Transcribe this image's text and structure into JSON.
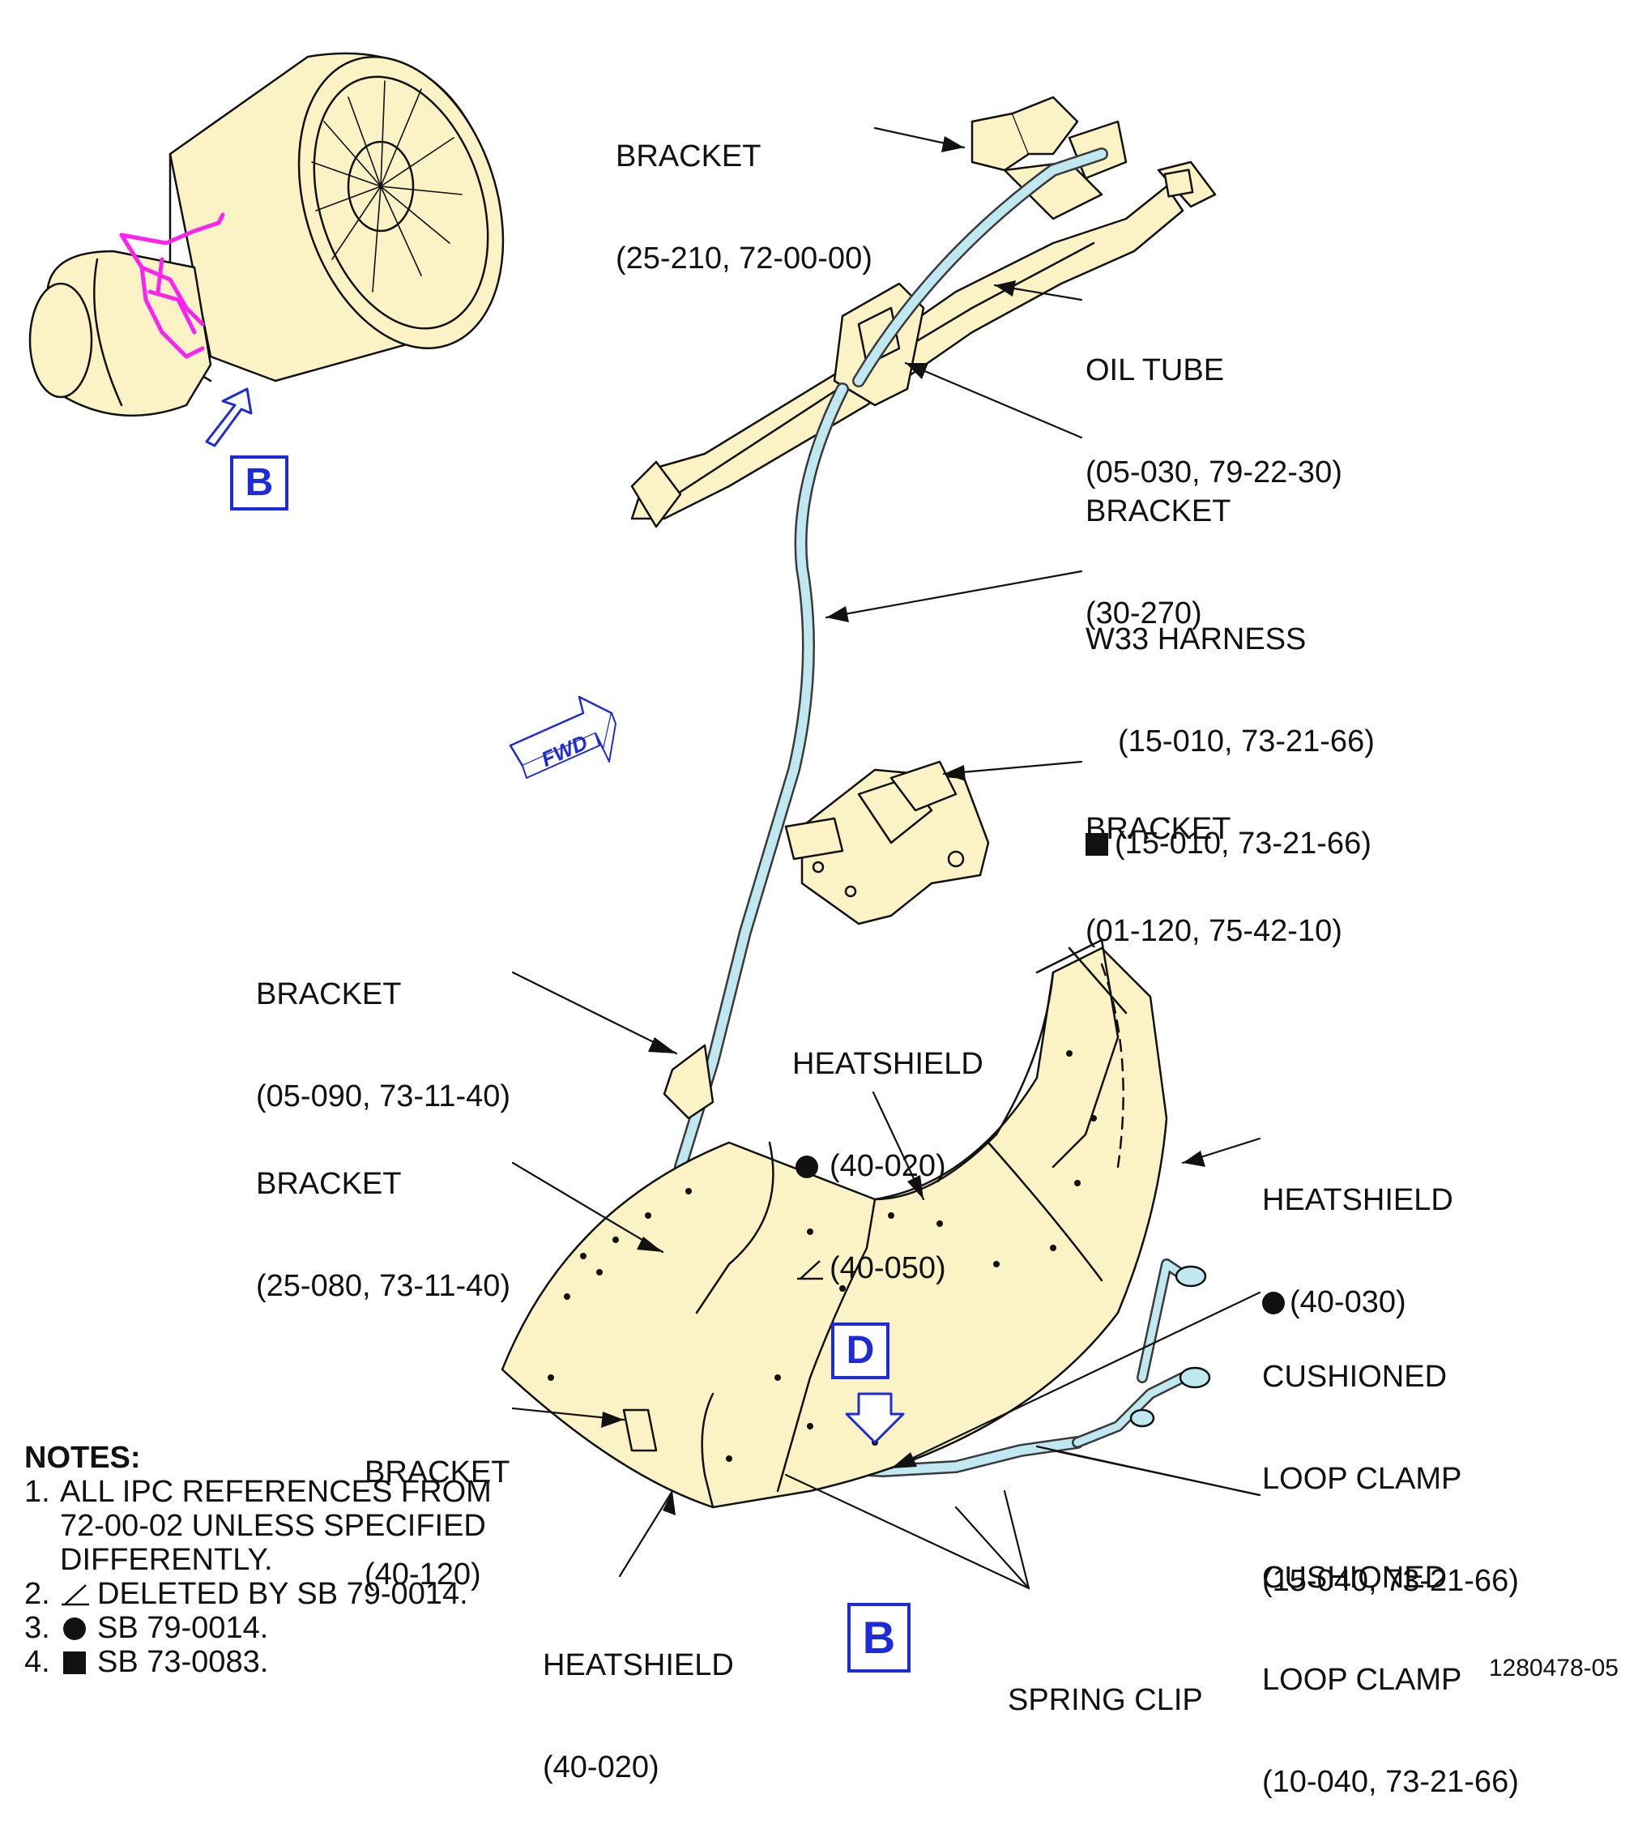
{
  "labels": {
    "bracket_top": [
      "BRACKET",
      "(25-210, 72-00-00)"
    ],
    "oil_tube": [
      "OIL TUBE",
      "(05-030, 79-22-30)"
    ],
    "bracket_30_270": [
      "BRACKET",
      "(30-270)"
    ],
    "w33_harness": [
      "W33 HARNESS",
      "(15-010, 73-21-66)",
      "(15-010, 73-21-66)"
    ],
    "bracket_01_120": [
      "BRACKET",
      "(01-120, 75-42-10)"
    ],
    "bracket_05_090": [
      "BRACKET",
      "(05-090, 73-11-40)"
    ],
    "heatshield_center": [
      "HEATSHIELD",
      "(40-020)",
      "(40-050)"
    ],
    "heatshield_40_030": [
      "HEATSHIELD",
      "(40-030)"
    ],
    "bracket_25_080": [
      "BRACKET",
      "(25-080, 73-11-40)"
    ],
    "cushioned_15_040": [
      "CUSHIONED",
      "LOOP CLAMP",
      "(15-040, 73-21-66)"
    ],
    "bracket_40_120": [
      "BRACKET",
      "(40-120)"
    ],
    "cushioned_10_040": [
      "CUSHIONED",
      "LOOP CLAMP",
      "(10-040, 73-21-66)"
    ],
    "heatshield_bottom": [
      "HEATSHIELD",
      "(40-020)"
    ],
    "spring_clip": "SPRING CLIP"
  },
  "notes": {
    "title": "NOTES:",
    "items": [
      {
        "num": "1.",
        "text": "ALL IPC REFERENCES FROM 72-00-02 UNLESS SPECIFIED DIFFERENTLY."
      },
      {
        "num": "2.",
        "text": "DELETED BY SB 79-0014."
      },
      {
        "num": "3.",
        "text": "SB 79-0014."
      },
      {
        "num": "4.",
        "text": "SB 73-0083."
      }
    ]
  },
  "view_labels": {
    "b_top": "B",
    "d": "D",
    "b_bottom": "B"
  },
  "fwd_label": "FWD",
  "doc_number": "1280478-05",
  "colors": {
    "part_fill": "#fbf3c6",
    "harness": "#bfe8f0",
    "highlight": "#ff22ee",
    "view_blue": "#1f2bd6",
    "line": "#111111"
  },
  "symbols": {
    "deleted": "triangle-mark",
    "sb_79_0014": "filled-circle",
    "sb_73_0083": "filled-square"
  }
}
